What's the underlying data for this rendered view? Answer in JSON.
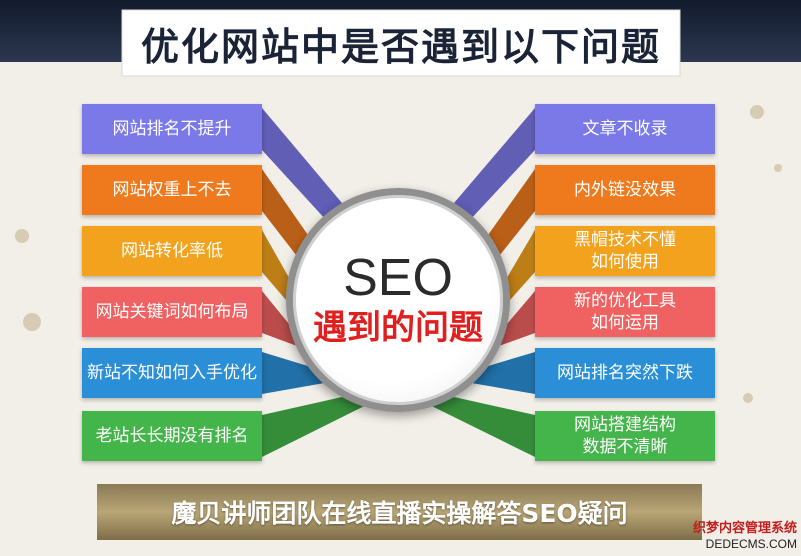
{
  "title": "优化网站中是否遇到以下问题",
  "center": {
    "line1": "SEO",
    "line2": "遇到的问题"
  },
  "left_items": [
    {
      "label": "网站排名不提升",
      "color": "#7b78e8"
    },
    {
      "label": "网站权重上不去",
      "color": "#ef7a1d"
    },
    {
      "label": "网站转化率低",
      "color": "#f2a21c"
    },
    {
      "label": "网站关键词如何布局",
      "color": "#f06161"
    },
    {
      "label": "新站不知如何入手优化",
      "color": "#2a8fd6"
    },
    {
      "label": "老站长长期没有排名",
      "color": "#44b54a"
    }
  ],
  "right_items": [
    {
      "label": "文章不收录",
      "color": "#7b78e8"
    },
    {
      "label": "内外链没效果",
      "color": "#ef7a1d"
    },
    {
      "label": "黑帽技术不懂\n如何使用",
      "color": "#f2a21c"
    },
    {
      "label": "新的优化工具\n如何运用",
      "color": "#f06161"
    },
    {
      "label": "网站排名突然下跌",
      "color": "#2a8fd6"
    },
    {
      "label": "网站搭建结构\n数据不清晰",
      "color": "#44b54a"
    }
  ],
  "bottom_banner": "魔贝讲师团队在线直播实操解答SEO疑问",
  "watermark": {
    "line1": "织梦内容管理系统",
    "line2": "DEDECMS.COM"
  }
}
